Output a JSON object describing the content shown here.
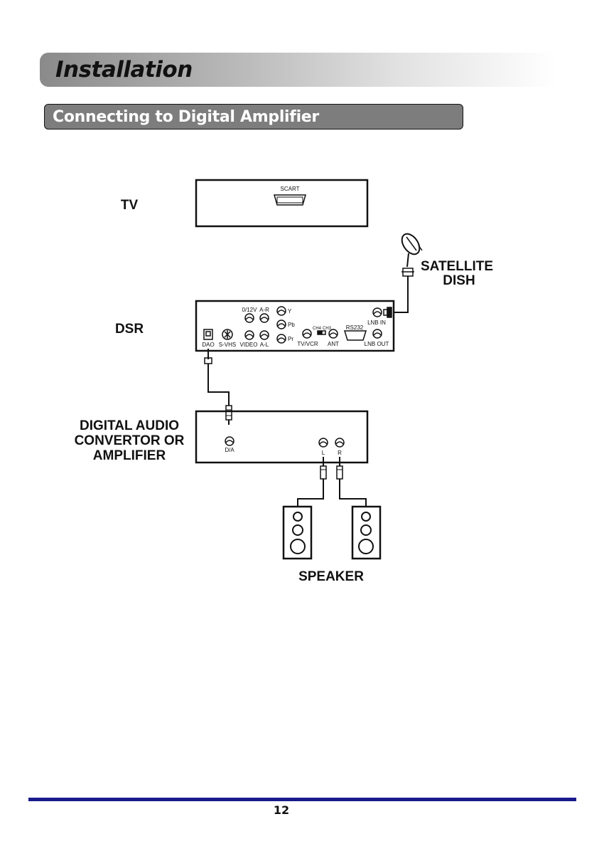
{
  "header": {
    "title": "Installation"
  },
  "section": {
    "title": "Connecting to Digital Amplifier"
  },
  "diagram": {
    "devices": {
      "tv": "TV",
      "dsr": "DSR",
      "satellite_dish": [
        "SATELLITE",
        "DISH"
      ],
      "amplifier": [
        "DIGITAL AUDIO",
        "CONVERTOR OR",
        "AMPLIFIER"
      ],
      "speaker": "SPEAKER"
    },
    "tv_ports": {
      "scart": "SCART"
    },
    "dsr_ports": {
      "v012": "0/12V",
      "ar": "A-R",
      "y": "Y",
      "pb": "Pb",
      "pr": "Pr",
      "dao": "DAO",
      "svhs": "S-VHS",
      "video": "VIDEO",
      "al": "A-L",
      "ch4": "CH4",
      "ch3": "CH3",
      "tvvcr": "TV/VCR",
      "ant": "ANT",
      "rs232": "RS232",
      "lnb_in": "LNB IN",
      "lnb_out": "LNB OUT"
    },
    "amp_ports": {
      "da": "D/A",
      "l": "L",
      "r": "R"
    }
  },
  "footer": {
    "page_number": "12"
  }
}
